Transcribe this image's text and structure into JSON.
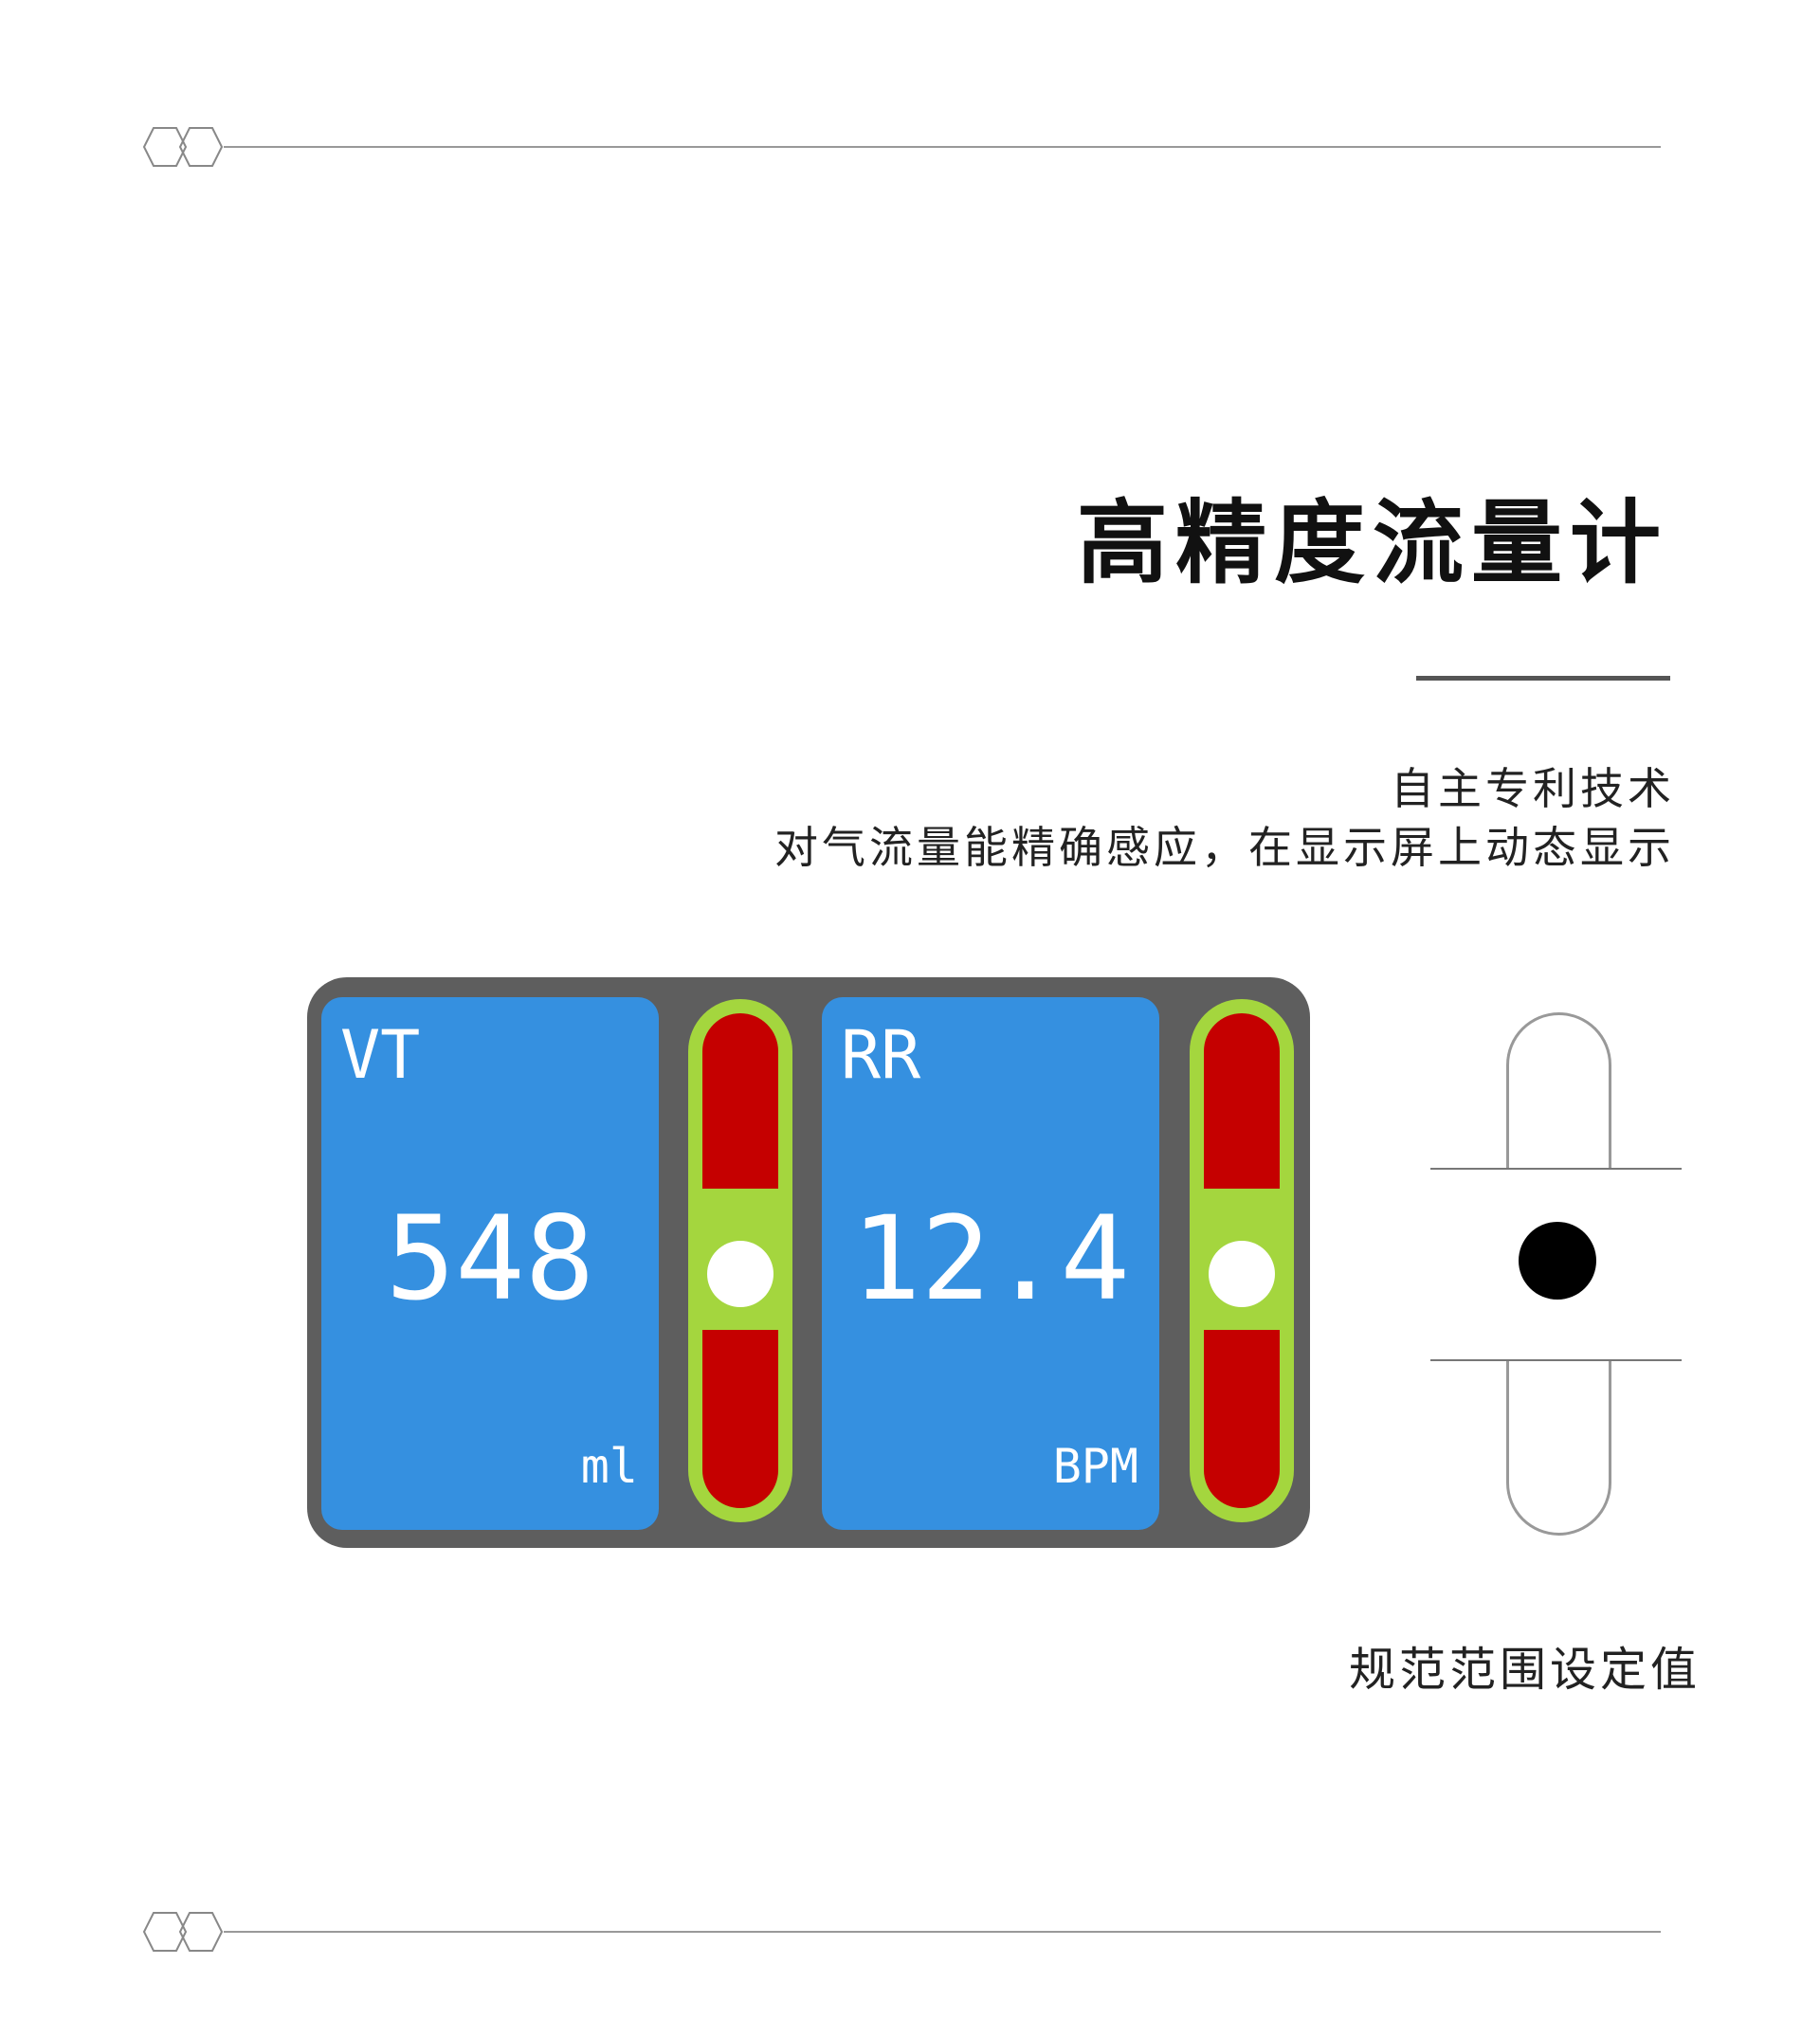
{
  "header": {
    "title": "高精度流量计",
    "subtitle_line1": "自主专利技术",
    "subtitle_line2": "对气流量能精确感应，在显示屏上动态显示"
  },
  "display": {
    "vt": {
      "label": "VT",
      "value": "548",
      "unit": "ml"
    },
    "rr": {
      "label": "RR",
      "value": "12.4",
      "unit": "BPM"
    }
  },
  "indicator": {
    "caption": "规范范围设定值"
  },
  "colors": {
    "panel": "#3590e0",
    "gauge_green": "#a4d63e",
    "gauge_red": "#c50000",
    "device": "#5e5e5e"
  }
}
